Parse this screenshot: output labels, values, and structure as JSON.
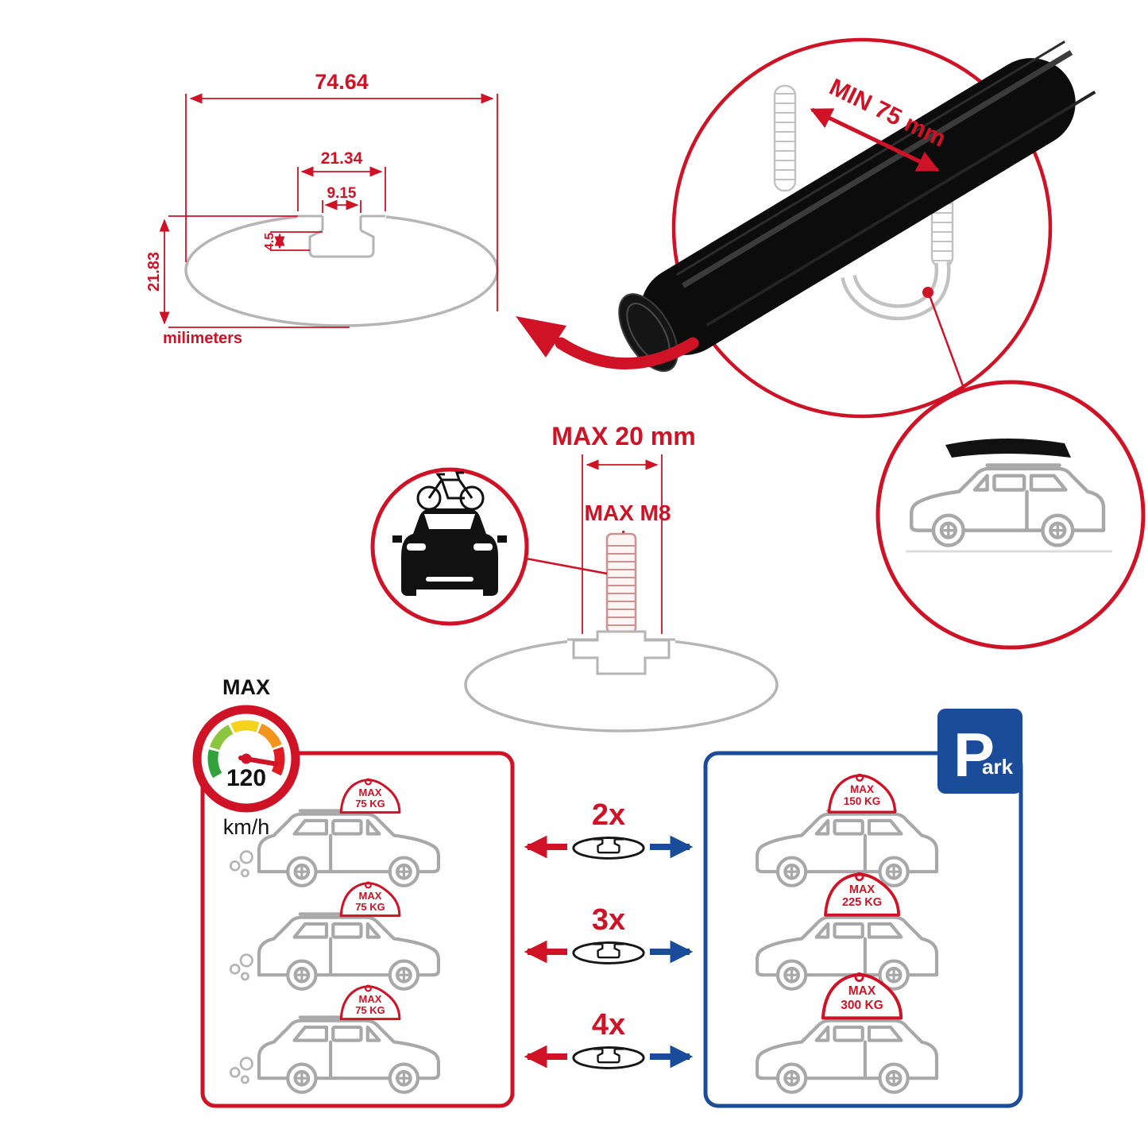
{
  "colors": {
    "red": "#d01226",
    "blue": "#1b4c99",
    "gray": "#b5b5b5",
    "black": "#111111",
    "gauge_green": "#33a23c",
    "gauge_lightgreen": "#8cc63e",
    "gauge_yellow": "#f5d31c",
    "gauge_orange": "#f3941e",
    "gauge_red": "#e01b22"
  },
  "profile_dimensions": {
    "total_width": "74.64",
    "slot_outer_width": "21.34",
    "slot_inner_width": "9.15",
    "slot_depth": "4.5",
    "total_height": "21.83",
    "units_label": "milimeters"
  },
  "clamp": {
    "min_label": "MIN 75 mm"
  },
  "bolt": {
    "max_length": "MAX 20 mm",
    "max_thread": "MAX M8"
  },
  "speed_limit": {
    "label": "MAX",
    "value": "120",
    "unit": "km/h"
  },
  "park_sign": {
    "letter": "P",
    "suffix": "ark"
  },
  "comparison": {
    "rows": [
      {
        "count": "2x",
        "left_max": "MAX",
        "left_load": "75 KG",
        "right_max": "MAX",
        "right_load": "150 KG"
      },
      {
        "count": "3x",
        "left_max": "MAX",
        "left_load": "75 KG",
        "right_max": "MAX",
        "right_load": "225 KG"
      },
      {
        "count": "4x",
        "left_max": "MAX",
        "left_load": "75 KG",
        "right_max": "MAX",
        "right_load": "300 KG"
      }
    ]
  }
}
